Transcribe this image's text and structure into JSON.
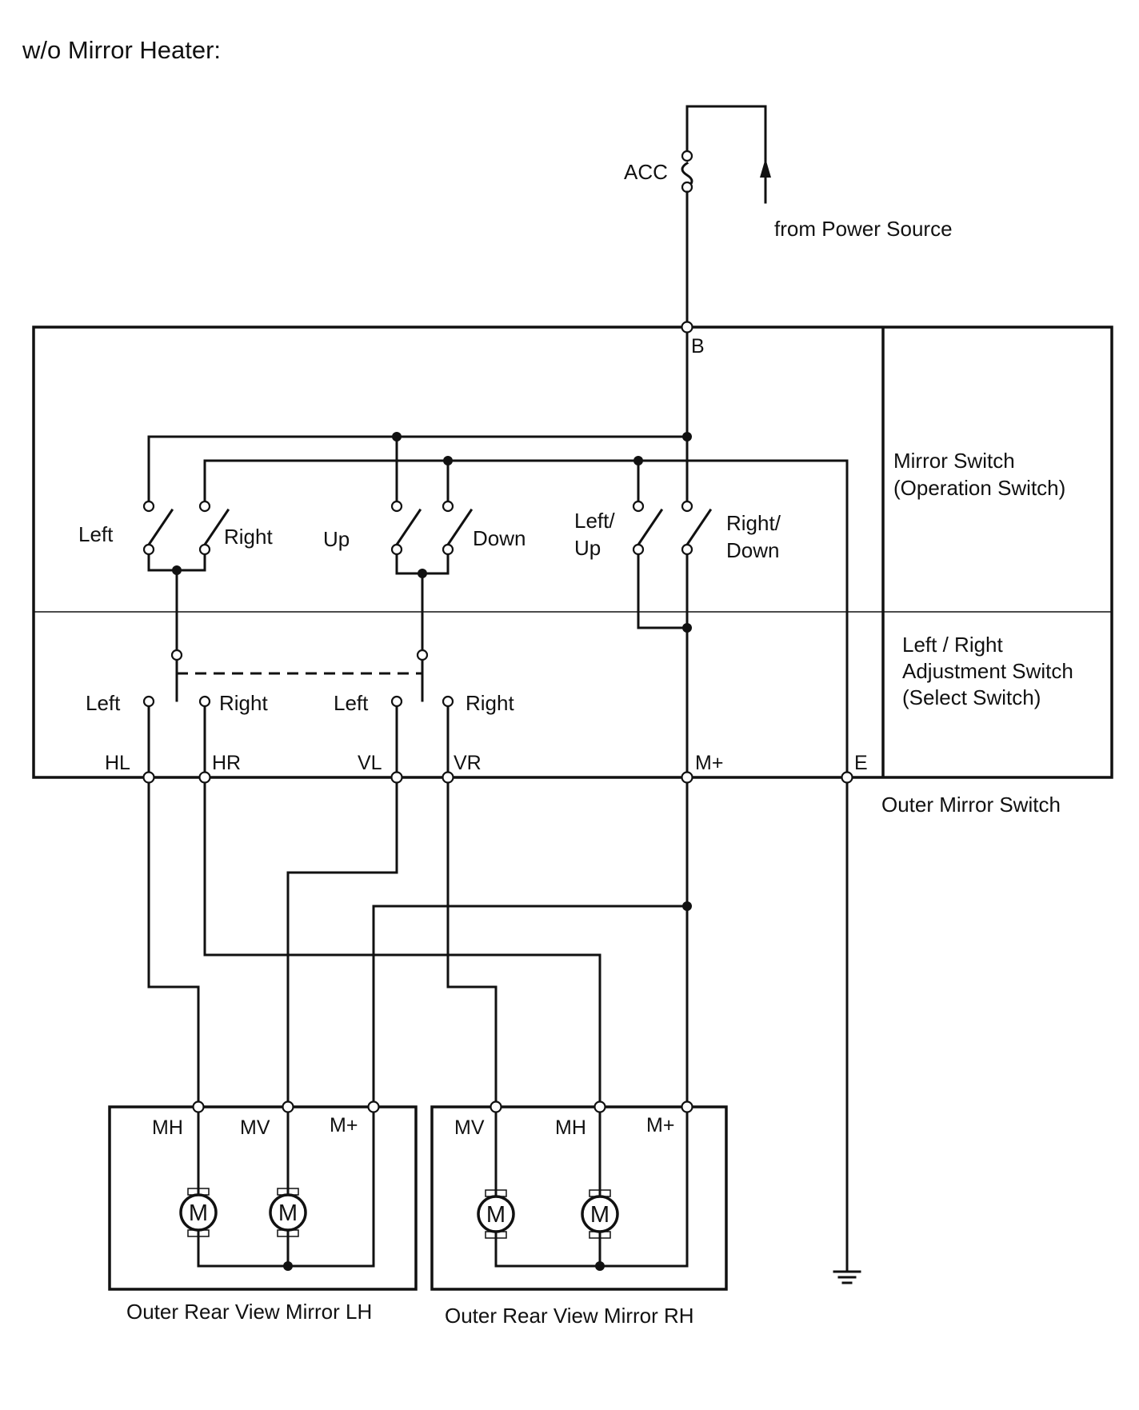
{
  "title": "w/o Mirror Heater:",
  "power": {
    "fuse_label": "ACC",
    "source_label": "from Power Source"
  },
  "outer_mirror_switch": {
    "name": "Outer Mirror Switch",
    "mirror_switch": {
      "line1": "Mirror Switch",
      "line2": "(Operation Switch)",
      "left": "Left",
      "right": "Right",
      "up": "Up",
      "down": "Down",
      "left_up_1": "Left/",
      "left_up_2": "Up",
      "right_down_1": "Right/",
      "right_down_2": "Down"
    },
    "select_switch": {
      "line1": "Left / Right",
      "line2": "Adjustment  Switch",
      "line3": "(Select Switch)",
      "h_left": "Left",
      "h_right": "Right",
      "v_left": "Left",
      "v_right": "Right"
    },
    "terminals": {
      "b": "B",
      "hl": "HL",
      "hr": "HR",
      "vl": "VL",
      "vr": "VR",
      "mplus": "M+",
      "e": "E"
    }
  },
  "mirror_lh": {
    "name": "Outer Rear View Mirror LH",
    "mh": "MH",
    "mv": "MV",
    "mplus": "M+",
    "motor": "M"
  },
  "mirror_rh": {
    "name": "Outer Rear View Mirror RH",
    "mv": "MV",
    "mh": "MH",
    "mplus": "M+",
    "motor": "M"
  }
}
